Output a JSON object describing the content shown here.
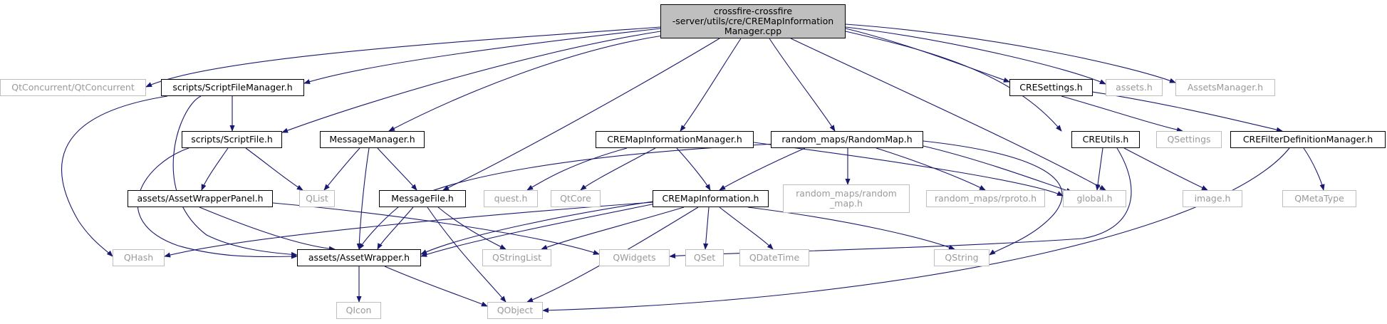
{
  "colors": {
    "edge": "#191970",
    "root_fill": "#bfbfbf",
    "doc_border": "#000000",
    "ext_border": "#bfbfbf",
    "ext_text": "#9a9a9a"
  },
  "nodes": {
    "root": "crossfire-crossfire\n-server/utils/cre/CREMapInformation\nManager.cpp",
    "qtconcurrent": "QtConcurrent/QtConcurrent",
    "scriptfilemanager": "scripts/ScriptFileManager.h",
    "scriptfile": "scripts/ScriptFile.h",
    "messagemanager": "MessageManager.h",
    "cremapinformationmanager": "CREMapInformationManager.h",
    "randommap": "random_maps/RandomMap.h",
    "cresettings": "CRESettings.h",
    "assets": "assets.h",
    "assetsmanager": "AssetsManager.h",
    "creutils": "CREUtils.h",
    "qsettings": "QSettings",
    "crefilterdefinitionmanager": "CREFilterDefinitionManager.h",
    "assetwrapperpanel": "assets/AssetWrapperPanel.h",
    "qlist": "QList",
    "messagefile": "MessageFile.h",
    "quest": "quest.h",
    "qtcore": "QtCore",
    "cremapinformation": "CREMapInformation.h",
    "random_map": "random_maps/random\n_map.h",
    "rproto": "random_maps/rproto.h",
    "global": "global.h",
    "image": "image.h",
    "qmetatype": "QMetaType",
    "qhash": "QHash",
    "assetwrapper": "assets/AssetWrapper.h",
    "qstringlist": "QStringList",
    "qwidgets": "QWidgets",
    "qset": "QSet",
    "qdatetime": "QDateTime",
    "qstring": "QString",
    "qicon": "QIcon",
    "qobject": "QObject"
  }
}
